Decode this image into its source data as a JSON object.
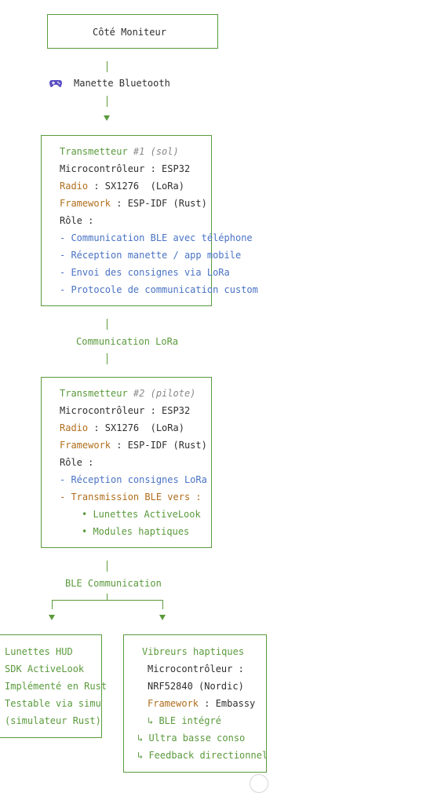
{
  "moniteur": {
    "title": "Côté Moniteur"
  },
  "link1": {
    "icon": "gamepad-icon",
    "label": "Manette Bluetooth"
  },
  "tx1": {
    "title_main": "Transmetteur ",
    "title_sub": "#1 (sol)",
    "mcu_label": "Microcontrôleur : ESP32",
    "radio_key": "Radio",
    "radio_val": " : SX1276  (LoRa)",
    "fw_key": "Framework",
    "fw_val": " : ESP-IDF (Rust)",
    "role_label": "Rôle :",
    "roles": [
      "- Communication BLE avec téléphone",
      "- Réception manette / app mobile",
      "- Envoi des consignes via LoRa",
      "- Protocole de communication custom"
    ]
  },
  "link2": {
    "label": "Communication LoRa"
  },
  "tx2": {
    "title_main": "Transmetteur ",
    "title_sub": "#2 (pilote)",
    "mcu_label": "Microcontrôleur : ESP32",
    "radio_key": "Radio",
    "radio_val": " : SX1276  (LoRa)",
    "fw_key": "Framework",
    "fw_val": " : ESP-IDF (Rust)",
    "role_label": "Rôle :",
    "role1": "- Réception consignes LoRa",
    "role2": "- Transmission BLE vers :",
    "targets": [
      "• Lunettes ActiveLook",
      "• Modules haptiques"
    ]
  },
  "link3": {
    "label": "BLE Communication"
  },
  "glasses": {
    "lines": [
      "Lunettes HUD",
      "SDK ActiveLook",
      "Implémenté en Rust",
      "Testable via simu",
      "(simulateur Rust)"
    ]
  },
  "haptics": {
    "title": "Vibreurs haptiques",
    "mcu_label": "Microcontrôleur :",
    "mcu_val": "NRF52840 (Nordic)",
    "fw_key": "Framework",
    "fw_val": " : Embassy",
    "feat1": "↳ BLE intégré",
    "feat2": "↳ Ultra basse conso",
    "feat3": "↳ Feedback directionnel"
  },
  "colors": {
    "line": "#5a9a3c",
    "list": "#4a73c4",
    "keyword": "#b06e1c",
    "comment": "#8a8a8a"
  }
}
